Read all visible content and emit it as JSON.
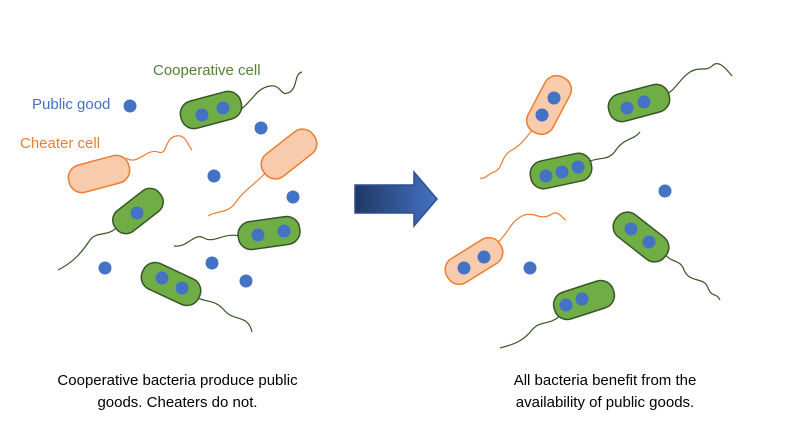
{
  "colors": {
    "cooperative_fill": "#70ad47",
    "cooperative_stroke": "#375623",
    "cheater_fill": "#f8cbad",
    "cheater_stroke": "#ed7d31",
    "public_good": "#4472c4",
    "arrow_dark": "#1f3864",
    "arrow_light": "#4472c4"
  },
  "legend": {
    "cooperative_cell": "Cooperative cell",
    "public_good": "Public good",
    "cheater_cell": "Cheater cell"
  },
  "captions": {
    "left_line1": "Cooperative bacteria produce public",
    "left_line2": "goods. Cheaters do not.",
    "right_line1": "All bacteria benefit from the",
    "right_line2": "availability of public goods."
  }
}
